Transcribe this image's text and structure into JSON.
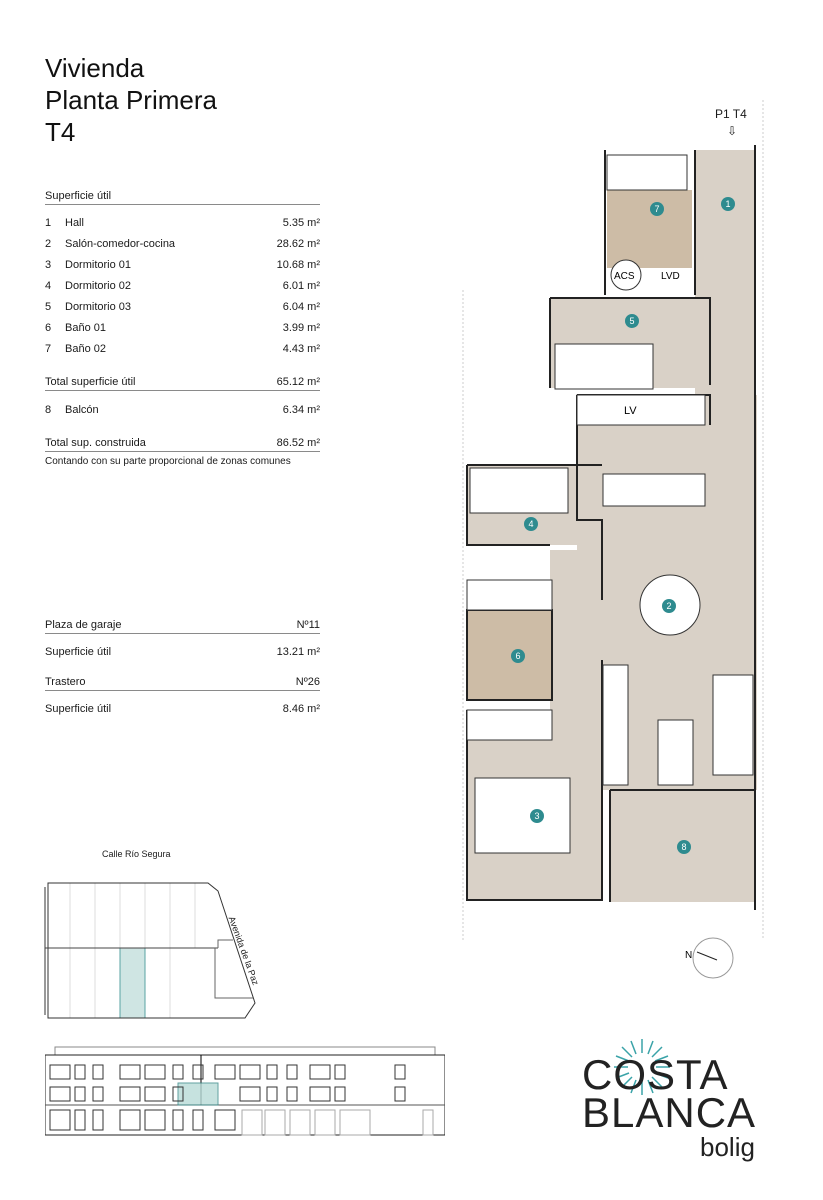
{
  "title": {
    "line1": "Vivienda",
    "line2": "Planta Primera",
    "line3": "T4"
  },
  "superficie_util": {
    "header": "Superficie útil",
    "rooms": [
      {
        "num": "1",
        "name": "Hall",
        "area": "5.35 m²"
      },
      {
        "num": "2",
        "name": "Salón-comedor-cocina",
        "area": "28.62 m²"
      },
      {
        "num": "3",
        "name": "Dormitorio 01",
        "area": "10.68 m²"
      },
      {
        "num": "4",
        "name": "Dormitorio 02",
        "area": "6.01 m²"
      },
      {
        "num": "5",
        "name": "Dormitorio 03",
        "area": "6.04 m²"
      },
      {
        "num": "6",
        "name": "Baño 01",
        "area": "3.99 m²"
      },
      {
        "num": "7",
        "name": "Baño 02",
        "area": "4.43 m²"
      }
    ],
    "total_label": "Total superficie útil",
    "total_value": "65.12 m²",
    "balcony": {
      "num": "8",
      "name": "Balcón",
      "area": "6.34 m²"
    },
    "constructed_label": "Total sup. construida",
    "constructed_value": "86.52 m²",
    "note": "Contando con su parte proporcional de zonas comunes"
  },
  "garage": {
    "label": "Plaza de garaje",
    "number": "Nº11",
    "area_label": "Superficie útil",
    "area": "13.21 m²"
  },
  "storage": {
    "label": "Trastero",
    "number": "Nº26",
    "area_label": "Superficie útil",
    "area": "8.46 m²"
  },
  "site_plan": {
    "street_top": "Calle Río Segura",
    "street_right": "Avenida de la Paz"
  },
  "floor_plan": {
    "unit_label": "P1 T4",
    "labels": {
      "acs": "ACS",
      "lvd": "LVD",
      "lv": "LV"
    },
    "room_badges": [
      "1",
      "2",
      "3",
      "4",
      "5",
      "6",
      "7",
      "8"
    ],
    "north": "N"
  },
  "colors": {
    "accent": "#2e8b8f",
    "floor": "#d9d1c7",
    "bath_floor": "#cdbca6",
    "highlight": "#a8d4d0"
  },
  "logo": {
    "line1": "COSTA",
    "line2": "BLANCA",
    "line3": "bolig"
  }
}
